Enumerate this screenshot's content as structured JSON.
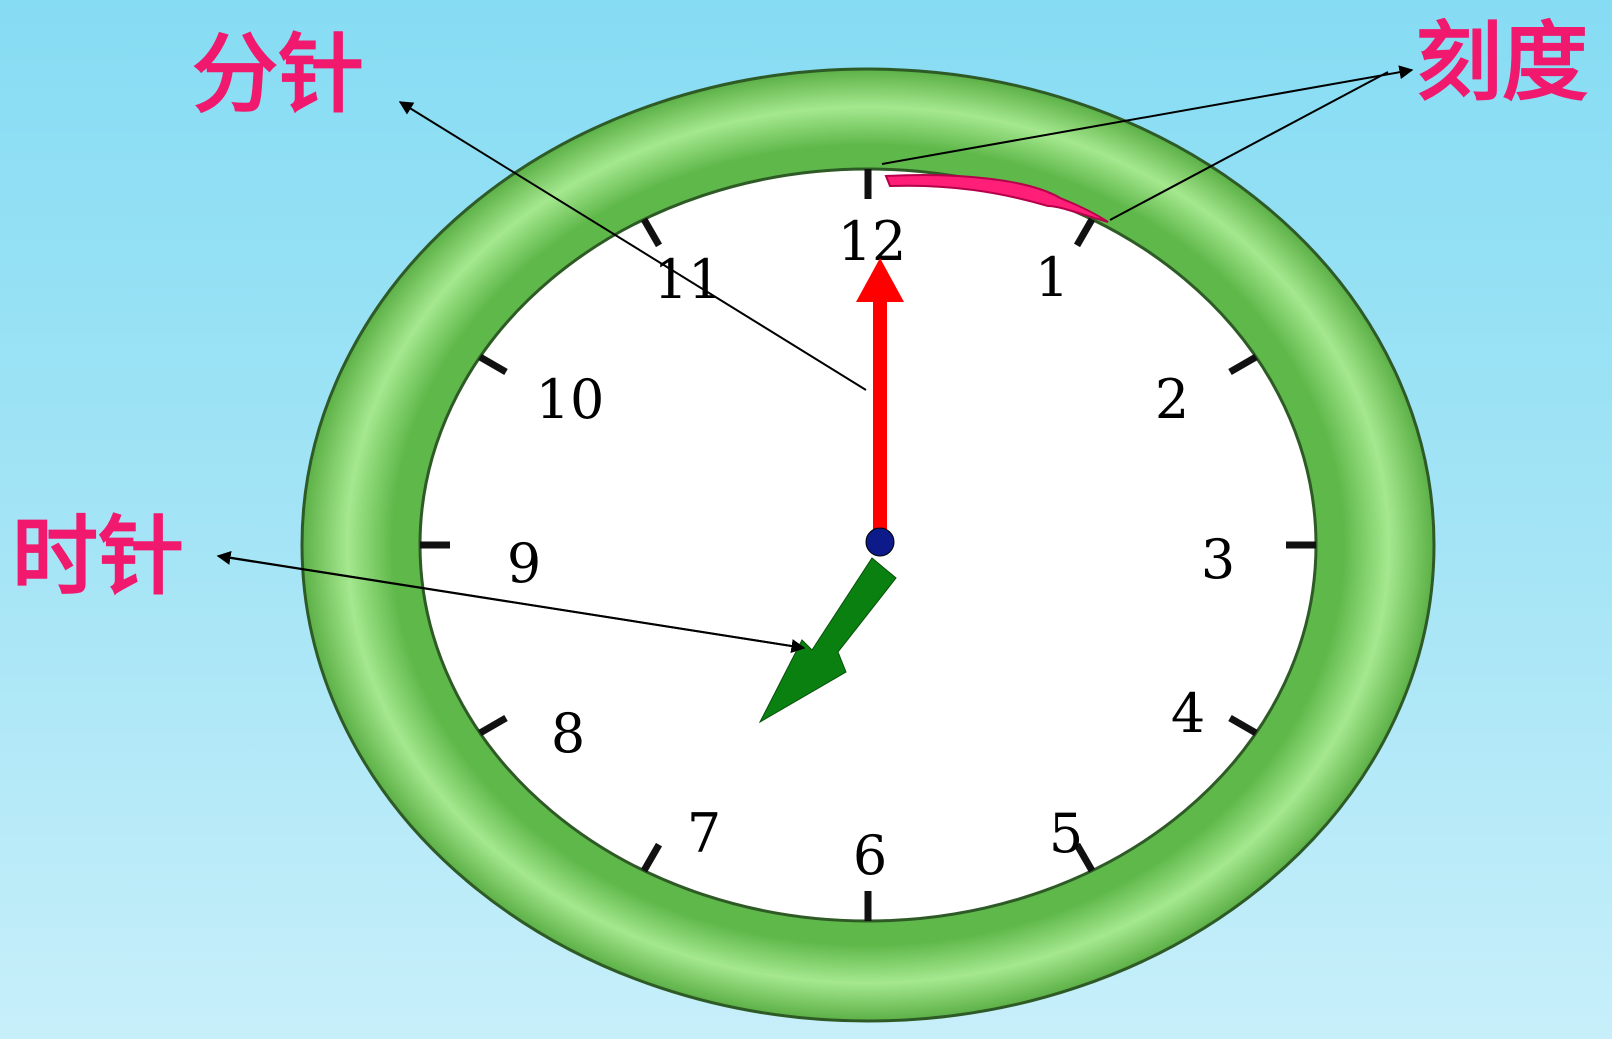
{
  "labels": {
    "minute_hand": "分针",
    "hour_hand": "时针",
    "scale": "刻度"
  },
  "clock": {
    "numbers": [
      "12",
      "1",
      "2",
      "3",
      "4",
      "5",
      "6",
      "7",
      "8",
      "9",
      "10",
      "11"
    ],
    "time_shown": "7:00"
  },
  "colors": {
    "background": "#9be2f5",
    "rim": "#7fd36a",
    "face": "#ffffff",
    "minute_hand": "#ff0000",
    "hour_hand": "#0a8010",
    "label_text": "#f0196e",
    "highlight_arc": "#ff1e78",
    "center_dot": "#0c1a8a"
  }
}
